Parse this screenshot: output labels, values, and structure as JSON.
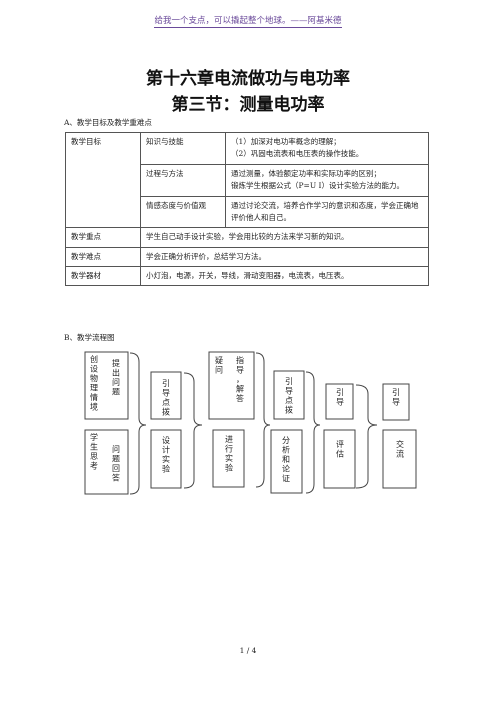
{
  "header": {
    "text": "给我一个支点，可以撬起整个地球。——阿基米德"
  },
  "title": {
    "chapter": "第十六章电流做功与电功率",
    "section": "第三节：测量电功率"
  },
  "section_a": "A、教学目标及教学重难点",
  "table": {
    "goal_label": "教学目标",
    "knowledge_label": "知识与技能",
    "knowledge_1": "（1）加深对电功率概念的理解；",
    "knowledge_2": "（2）巩固电流表和电压表的操作技能。",
    "process_label": "过程与方法",
    "process_1": "通过测量，体验额定功率和实际功率的区别；",
    "process_2": "锻炼学生根据公式（P=U I）设计实验方法的能力。",
    "emotion_label": "情感态度与价值观",
    "emotion_text": "通过讨论交流，培养合作学习的意识和态度，学会正确地评价他人和自己。",
    "focus_label": "教学重点",
    "focus_text": "学生自己动手设计实验，学会用比较的方法来学习新的知识。",
    "difficulty_label": "教学难点",
    "difficulty_text": "学会正确分析评价，总结学习方法。",
    "equipment_label": "教学器材",
    "equipment_text": "小灯泡，电源，开关，导线，滑动变阻器，电流表，电压表。"
  },
  "section_b": "B、教学流程图",
  "flow": {
    "b1_col1": "创设物理情境",
    "b1_col2": "提出问题",
    "b2_col1": "学生思考",
    "b2_col2": "问题回答",
    "b3": "引导点拨",
    "b4": "设计实验",
    "b5_col1": "疑问",
    "b5_col2": "指导，解答",
    "b6": "进行实验",
    "b7": "引导点拨",
    "b8": "分析和论证",
    "b9": "引导",
    "b10": "评估",
    "b11": "引导",
    "b12": "交流"
  },
  "footer": {
    "page": "1 / 4"
  }
}
